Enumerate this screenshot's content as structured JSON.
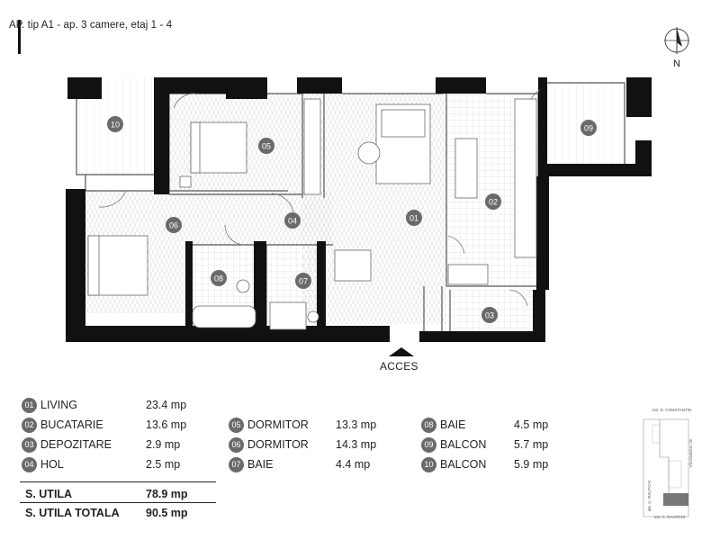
{
  "title": "AP. tip A1 - ap. 3 camere, etaj 1 - 4",
  "compass_label": "N",
  "entrance_label": "ACCES",
  "room_badges": [
    "01",
    "02",
    "03",
    "04",
    "05",
    "06",
    "07",
    "08",
    "09",
    "10"
  ],
  "rooms": [
    {
      "num": "01",
      "name": "LIVING",
      "area": "23.4 mp"
    },
    {
      "num": "02",
      "name": "BUCATARIE",
      "area": "13.6 mp"
    },
    {
      "num": "03",
      "name": "DEPOZITARE",
      "area": "2.9 mp"
    },
    {
      "num": "04",
      "name": "HOL",
      "area": "2.5 mp"
    },
    {
      "num": "05",
      "name": "DORMITOR",
      "area": "13.3 mp"
    },
    {
      "num": "06",
      "name": "DORMITOR",
      "area": "14.3 mp"
    },
    {
      "num": "07",
      "name": "BAIE",
      "area": "4.4 mp"
    },
    {
      "num": "08",
      "name": "BAIE",
      "area": "4.5 mp"
    },
    {
      "num": "09",
      "name": "BALCON",
      "area": "5.7 mp"
    },
    {
      "num": "10",
      "name": "BALCON",
      "area": "5.9 mp"
    }
  ],
  "totals": {
    "utila_label": "S. UTILA",
    "utila_value": "78.9 mp",
    "totala_label": "S. UTILA TOTALA",
    "totala_value": "90.5 mp"
  },
  "site_map": {
    "street_top": "intr. D. CONSTANTIN",
    "street_right": "str. NISIPOASA",
    "street_left": "intr. C. RAUTCHI",
    "street_bottom": "intr. C. RAUTCHI"
  },
  "colors": {
    "wall": "#111111",
    "badge": "#6a6a6a",
    "line": "#555555",
    "hatch": "#cfcfcf"
  }
}
